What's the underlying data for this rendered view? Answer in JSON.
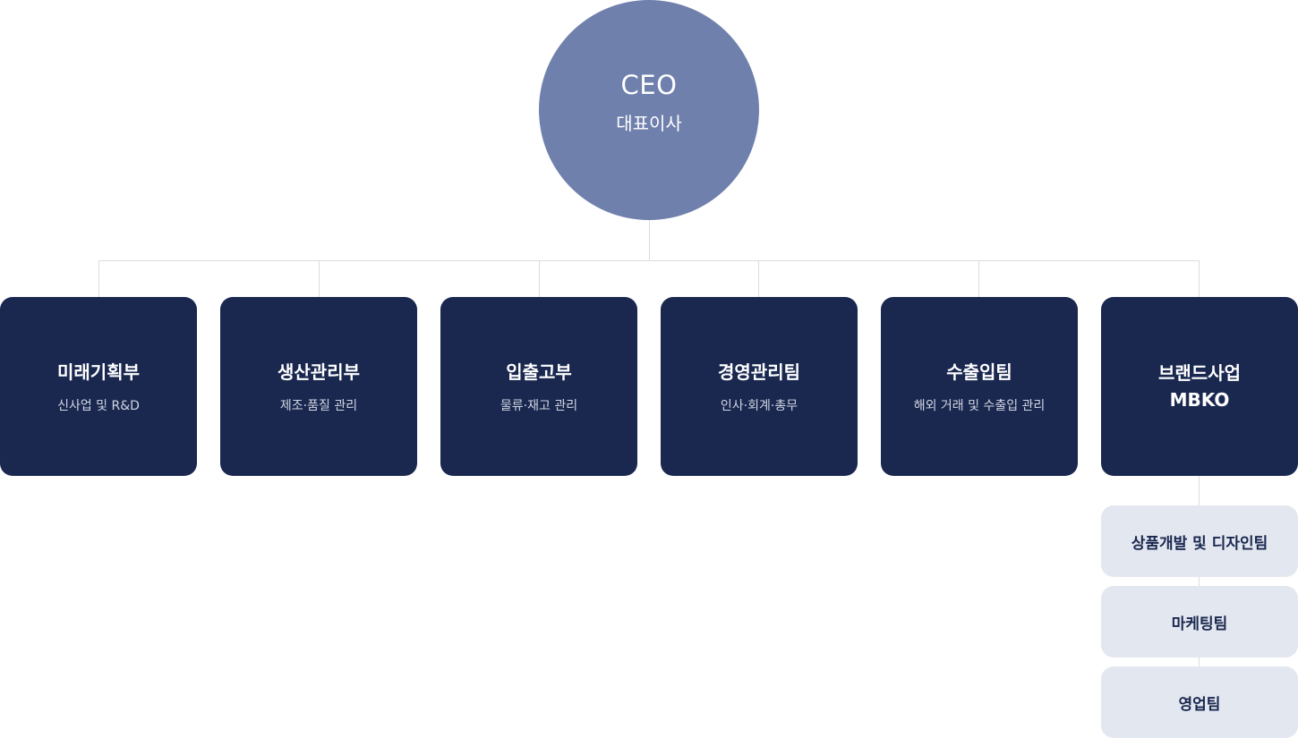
{
  "ceo": {
    "title": "CEO",
    "subtitle": "대표이사"
  },
  "departments": [
    {
      "name": "미래기획부",
      "desc": "신사업 및 R&D"
    },
    {
      "name": "생산관리부",
      "desc": "제조·품질 관리"
    },
    {
      "name": "입출고부",
      "desc": "물류·재고 관리"
    },
    {
      "name": "경영관리팀",
      "desc": "인사·회계·총무"
    },
    {
      "name": "수출입팀",
      "desc": "해외 거래 및 수출입 관리"
    },
    {
      "name": "브랜드사업",
      "name2": "MBKO"
    }
  ],
  "brand_teams": [
    {
      "name": "상품개발 및 디자인팀"
    },
    {
      "name": "마케팅팀"
    },
    {
      "name": "영업팀"
    }
  ],
  "colors": {
    "ceo": "#7080ad",
    "department": "#1a2850",
    "sub_team": "#e3e7ef",
    "connector": "#dcdcdc"
  }
}
